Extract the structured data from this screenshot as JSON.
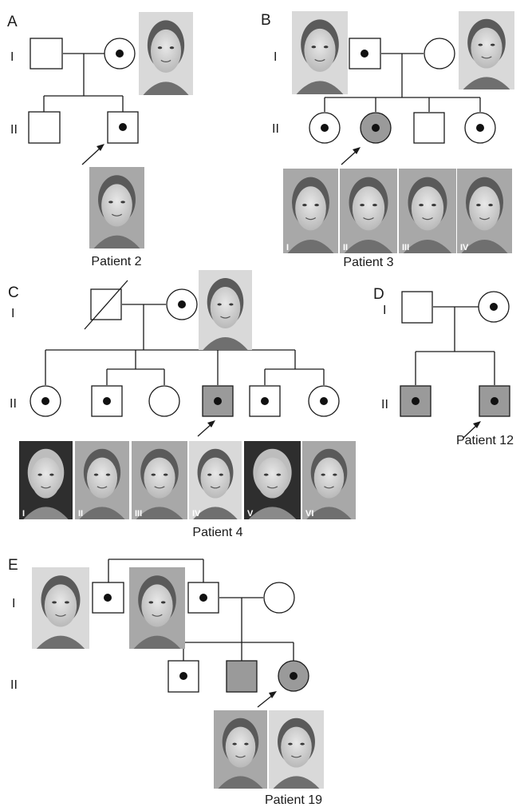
{
  "panels": {
    "a": {
      "letter": "A",
      "caption": "Patient 2"
    },
    "b": {
      "letter": "B",
      "caption": "Patient 3"
    },
    "c": {
      "letter": "C",
      "caption": "Patient 4"
    },
    "d": {
      "letter": "D",
      "caption": "Patient 12"
    },
    "e": {
      "letter": "E",
      "caption": "Patient 19"
    }
  },
  "generations": {
    "first": "I",
    "second": "II"
  },
  "photo_labels": [
    "I",
    "II",
    "III",
    "IV",
    "V",
    "VI"
  ],
  "colors": {
    "line": "#1a1a1a",
    "affected_fill": "#9a9a9a",
    "carrier_dot": "#111111",
    "photo_bg_light": "#d9d9d9",
    "photo_bg_mid": "#a8a8a8",
    "photo_bg_dark": "#2e2e2e"
  }
}
